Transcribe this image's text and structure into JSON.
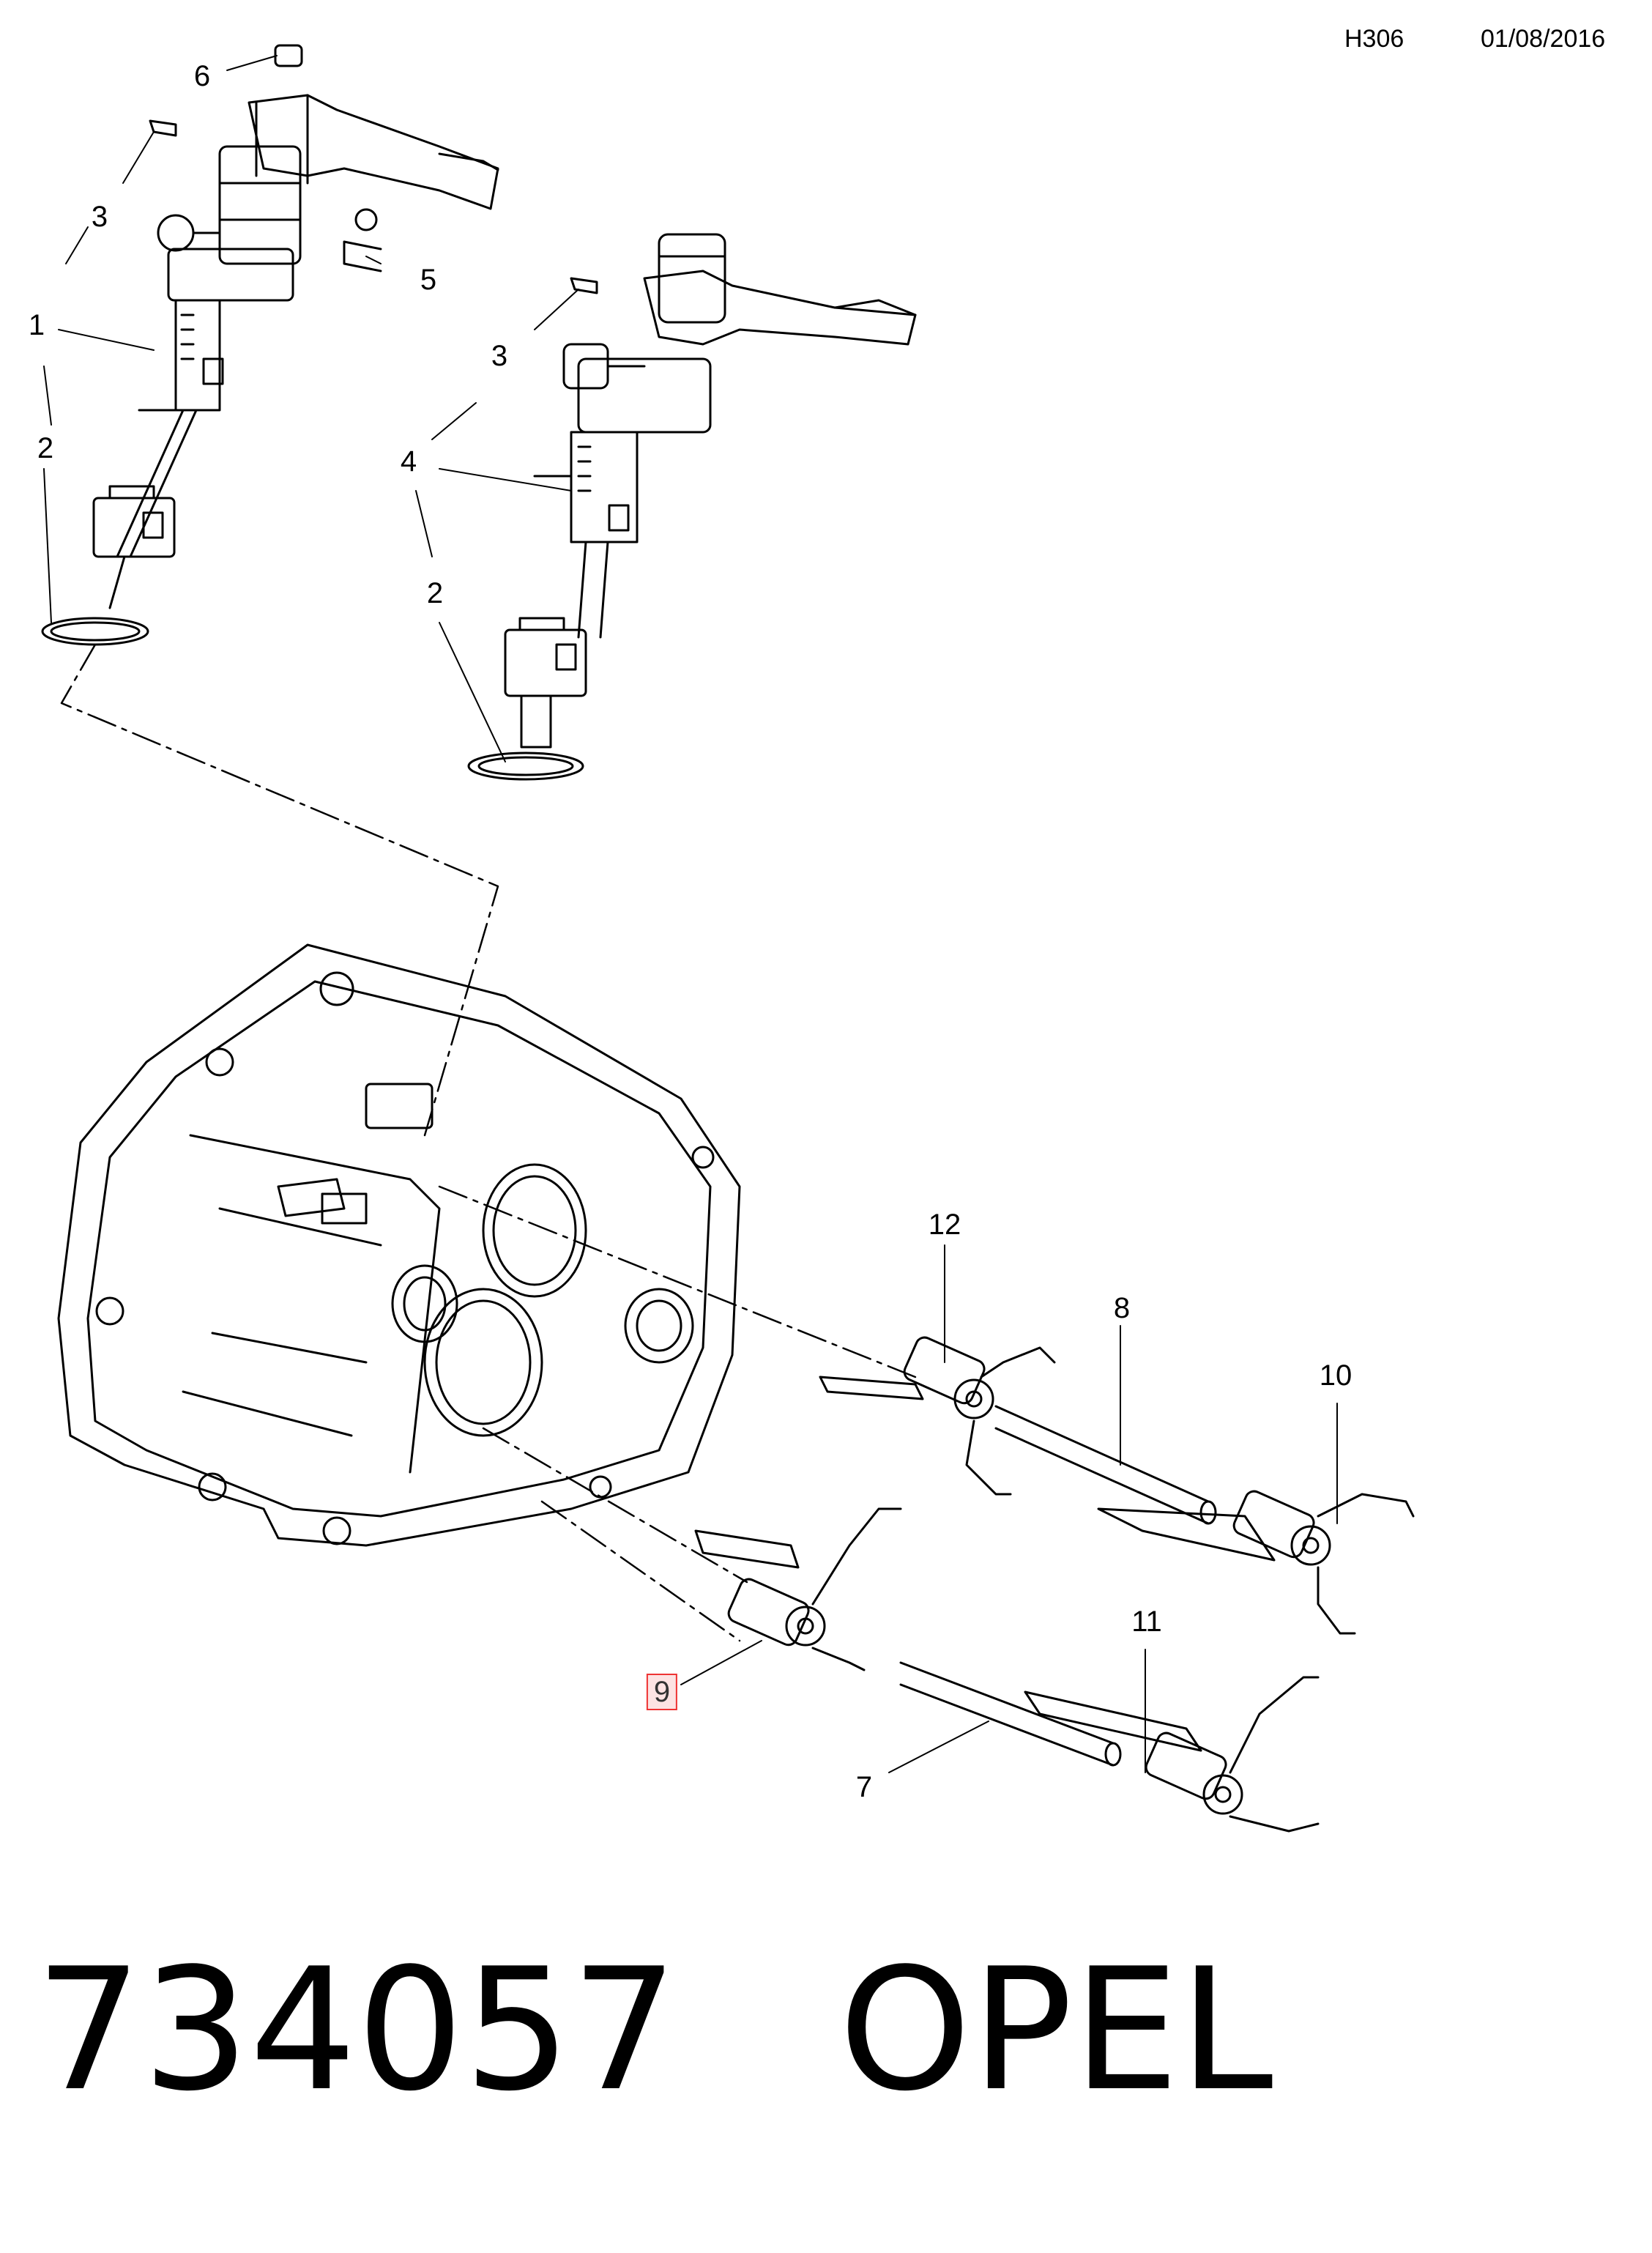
{
  "header": {
    "code": "H306",
    "date": "01/08/2016"
  },
  "callouts": [
    {
      "id": "c6",
      "label": "6"
    },
    {
      "id": "c3a",
      "label": "3"
    },
    {
      "id": "c1",
      "label": "1"
    },
    {
      "id": "c5",
      "label": "5"
    },
    {
      "id": "c2a",
      "label": "2"
    },
    {
      "id": "c3b",
      "label": "3"
    },
    {
      "id": "c4",
      "label": "4"
    },
    {
      "id": "c2b",
      "label": "2"
    },
    {
      "id": "c12",
      "label": "12"
    },
    {
      "id": "c8",
      "label": "8"
    },
    {
      "id": "c10",
      "label": "10"
    },
    {
      "id": "c11",
      "label": "11"
    },
    {
      "id": "c9",
      "label": "9",
      "highlighted": true
    },
    {
      "id": "c7",
      "label": "7"
    }
  ],
  "footer": {
    "part_number": "734057",
    "brand": "OPEL"
  },
  "colors": {
    "line": "#000000",
    "highlight_border": "#e33333",
    "highlight_fill": "#fde3e3"
  }
}
